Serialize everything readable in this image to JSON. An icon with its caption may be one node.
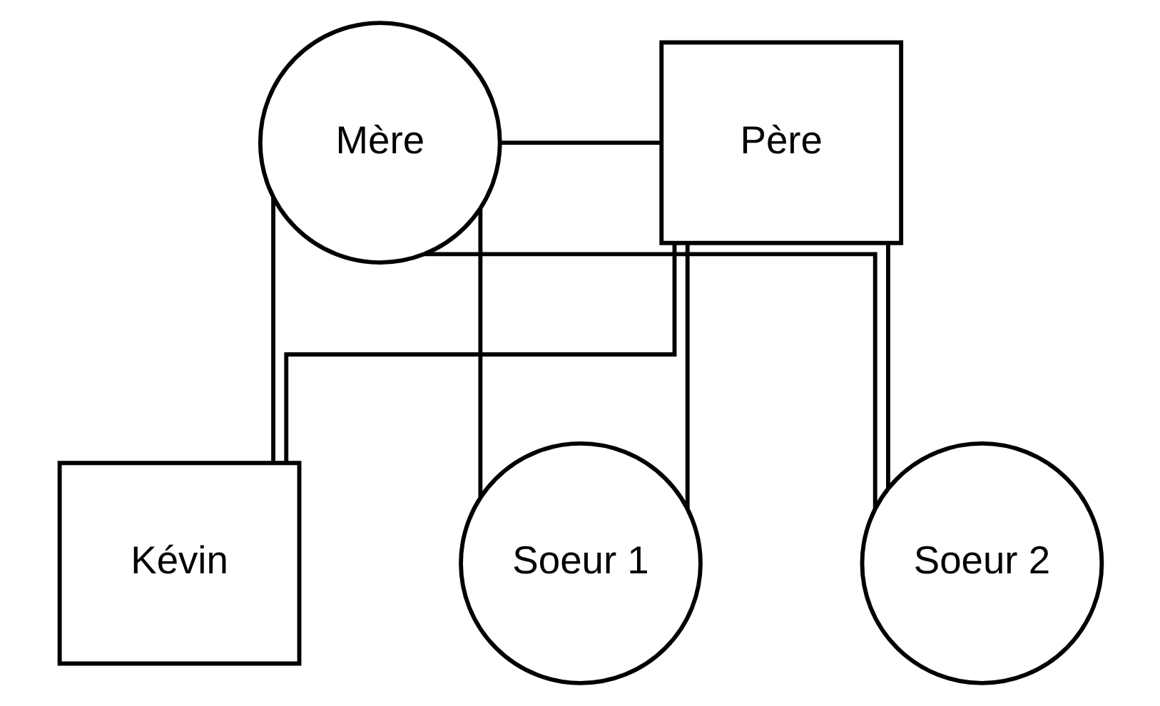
{
  "diagram": {
    "nodes": [
      {
        "text": [
          "Mère"
        ]
      },
      {
        "text": [
          "Père"
        ]
      },
      {
        "text": [
          "Kévin"
        ]
      },
      {
        "text": [
          "Soeur 1"
        ]
      },
      {
        "text": [
          "Soeur 2"
        ]
      }
    ],
    "edges": [
      {
        "from": 0,
        "to": 1,
        "arrow": "none"
      },
      {
        "from": 0,
        "to": 2,
        "arrow": "none"
      },
      {
        "from": 0,
        "to": 3,
        "arrow": "none"
      },
      {
        "from": 0,
        "to": 4,
        "arrow": "none"
      },
      {
        "from": 1,
        "to": 2,
        "arrow": "none"
      },
      {
        "from": 1,
        "to": 3,
        "arrow": "none"
      },
      {
        "from": 1,
        "to": 4,
        "arrow": "none"
      }
    ]
  }
}
